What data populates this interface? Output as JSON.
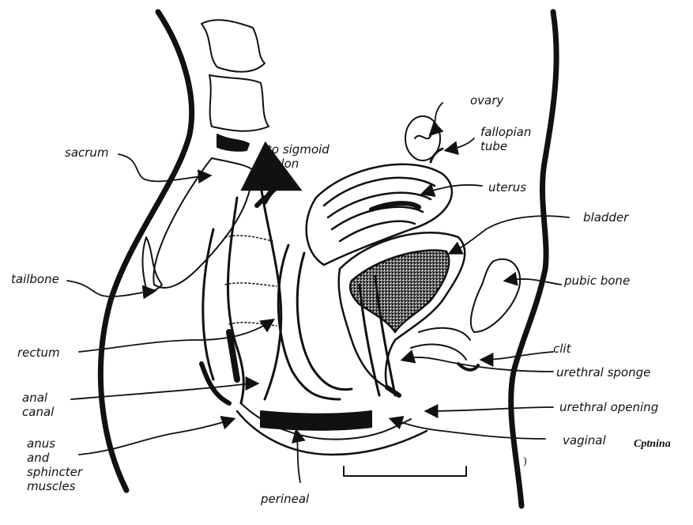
{
  "labels": {
    "sacrum": "sacrum",
    "to_sigmoid_colon": "to sigmoid\ncolon",
    "ovary": "ovary",
    "fallopian_tube": "fallopian\ntube",
    "uterus": "uterus",
    "bladder": "bladder",
    "pubic_bone": "pubic bone",
    "tailbone": "tailbone",
    "rectum": "rectum",
    "clit": "clit",
    "urethral_sponge": "urethral sponge",
    "anal_canal": "anal\ncanal",
    "urethral_opening": "urethral opening",
    "anus_sphincter": "anus\nand\nsphincter\nmuscles",
    "vaginal": "vaginal",
    "perineal": "perineal"
  },
  "caption": "Cptnina",
  "caption_extra": ")",
  "colors": {
    "ink": "#111111",
    "bladder_fill": "#d8d8d8",
    "paper": "#ffffff"
  }
}
